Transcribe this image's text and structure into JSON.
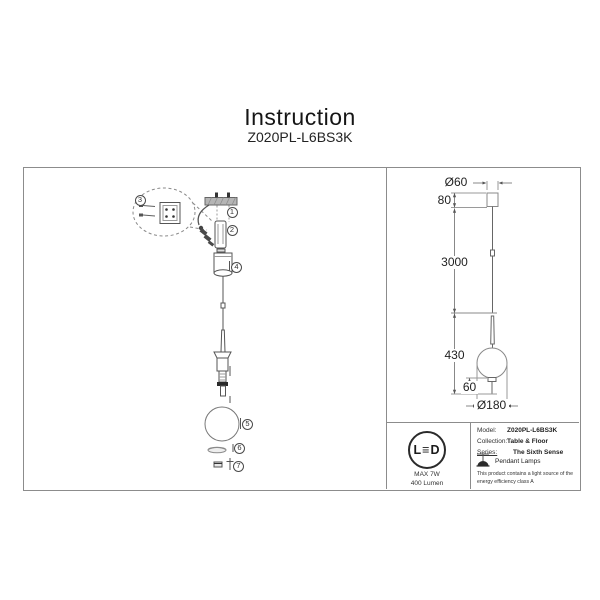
{
  "header": {
    "title": "Instruction",
    "model": "Z020PL-L6BS3K"
  },
  "assembly": {
    "parts": [
      {
        "label": "1"
      },
      {
        "label": "2"
      },
      {
        "label": "3"
      },
      {
        "label": "4"
      },
      {
        "label": "5"
      },
      {
        "label": "6"
      },
      {
        "label": "7"
      }
    ]
  },
  "dimensions": {
    "canopy_diameter": "Ø60",
    "canopy_height": "80",
    "cord_length": "3000",
    "body_height": "430",
    "stem_length": "60",
    "globe_diameter": "Ø180"
  },
  "spec_box": {
    "led": {
      "logo_text": "L≡D",
      "max_power": "MAX 7W",
      "luminous_flux": "400 Lumen"
    },
    "fields": [
      {
        "label": "Model:",
        "value": "Z020PL-L6BS3K"
      },
      {
        "label": "Collection:",
        "value": "Table & Floor"
      },
      {
        "label": "Series:",
        "value": "The Sixth Sense"
      }
    ],
    "series_category": "Pendant Lamps",
    "energy_note": "This product contains a light source of the energy efficiency class A"
  },
  "colors": {
    "line_gray": "#8c8c8c",
    "draw_gray": "#5f5f5f",
    "canopy_fill": "#b5b5b5"
  }
}
